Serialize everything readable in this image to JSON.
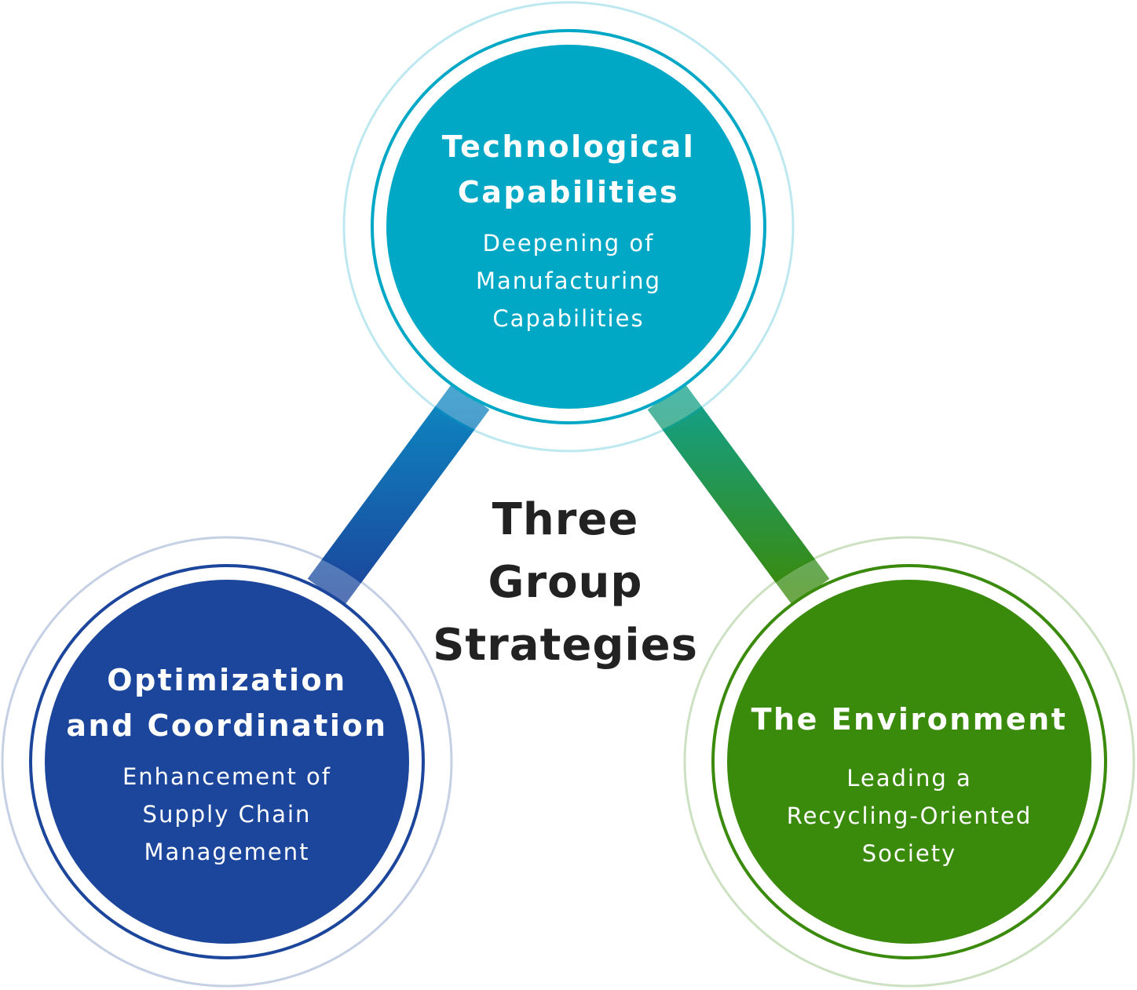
{
  "center": {
    "title": "Three\nGroup\nStrategies"
  },
  "nodes": {
    "technology": {
      "title": "Technological\nCapabilities",
      "subtitle": "Deepening of\nManufacturing\nCapabilities",
      "color": "#00a8c6"
    },
    "optimization": {
      "title": "Optimization\nand Coordination",
      "subtitle": "Enhancement of\nSupply Chain\nManagement",
      "color": "#1b469c"
    },
    "environment": {
      "title": "The Environment",
      "subtitle": "Leading a\nRecycling-Oriented\nSociety",
      "color": "#3a8a0c"
    }
  },
  "connectors": {
    "left_gradient": [
      "#0d87c0",
      "#1b469c"
    ],
    "right_gradient": [
      "#12a08a",
      "#3a8a0c"
    ],
    "bottom_gradient": [
      "#1b469c",
      "#3a8a0c"
    ]
  }
}
